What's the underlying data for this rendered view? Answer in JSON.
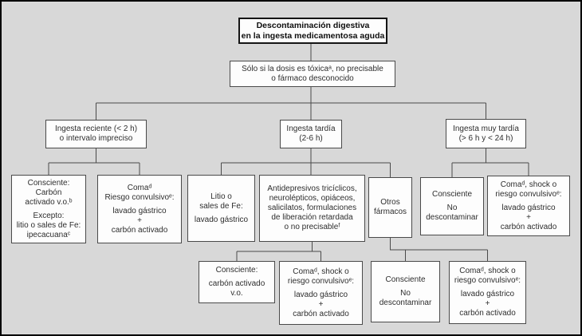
{
  "diagram_title": "Descontaminación digestiva en la ingesta medicamentosa aguda",
  "colors": {
    "background": "#d8d8d8",
    "box_fill": "#fdfdfd",
    "box_border": "#4a4a4a",
    "line": "#4a4a4a",
    "frame_border": "#000000"
  },
  "nodes": {
    "root": {
      "lines": [
        "Descontaminación digestiva",
        "en la ingesta medicamentosa aguda"
      ]
    },
    "dose": {
      "lines": [
        "Sólo si la dosis es tóxicaᵃ, no precisable",
        "o fármaco desconocido"
      ]
    },
    "recent": {
      "lines": [
        "Ingesta reciente (< 2 h)",
        "o intervalo impreciso"
      ]
    },
    "late": {
      "lines": [
        "Ingesta tardía",
        "(2-6 h)"
      ]
    },
    "verylate": {
      "lines": [
        "Ingesta muy tardía",
        "(> 6 h y < 24 h)"
      ]
    },
    "consc1": {
      "lines": [
        "Consciente:",
        "Carbón",
        "activado v.o.ᵇ",
        "Excepto:",
        "litio o sales de Fe:",
        "ipecacuanaᶜ"
      ]
    },
    "coma1": {
      "lines": [
        "Comaᵈ",
        "Riesgo convulsivoᵉ:",
        "lavado gástrico",
        "+",
        "carbón activado"
      ]
    },
    "litio": {
      "lines": [
        "Litio o",
        "sales de Fe:",
        "lavado gástrico"
      ]
    },
    "antidep": {
      "lines": [
        "Antidepresivos tricíclicos,",
        "neurolépticos, opiáceos,",
        "salicilatos, formulaciones",
        "de liberación retardada",
        "o no precisableᶠ"
      ]
    },
    "otros": {
      "lines": [
        "Otros",
        "fármacos"
      ]
    },
    "consc2": {
      "lines": [
        "Consciente",
        "No",
        "descontaminar"
      ]
    },
    "coma2": {
      "lines": [
        "Comaᵈ, shock o",
        "riesgo convulsivoᵉ:",
        "lavado gástrico",
        "+",
        "carbón activado"
      ]
    },
    "consc3": {
      "lines": [
        "Consciente:",
        "carbón activado",
        "v.o."
      ]
    },
    "coma3": {
      "lines": [
        "Comaᵈ, shock o",
        "riesgo convulsivoᵉ:",
        "lavado gástrico",
        "+",
        "carbón activado"
      ]
    },
    "consc4": {
      "lines": [
        "Consciente",
        "No",
        "descontaminar"
      ]
    },
    "coma4": {
      "lines": [
        "Comaᵈ, shock o",
        "riesgo convulsivoᵉ:",
        "lavado gástrico",
        "+",
        "carbón activado"
      ]
    }
  }
}
